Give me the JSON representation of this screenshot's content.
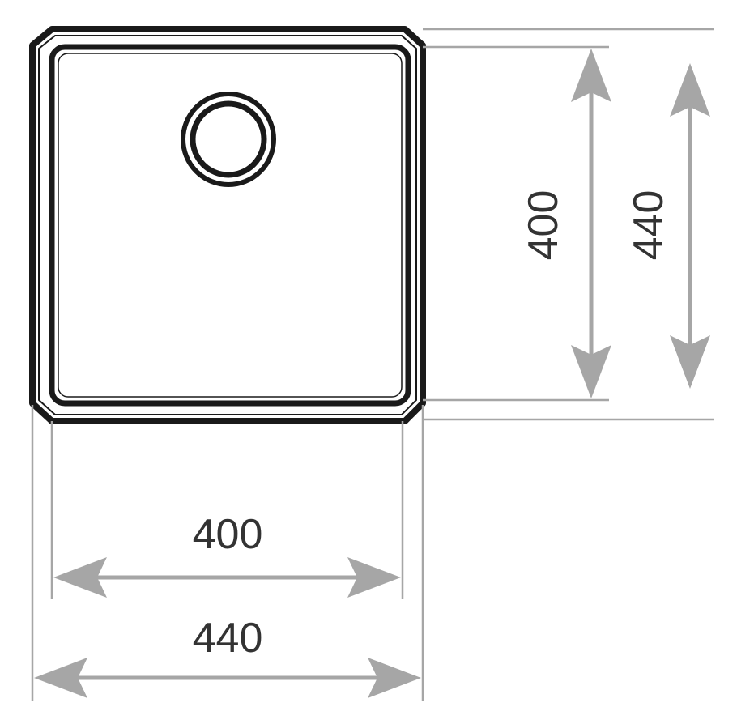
{
  "dimensions": {
    "inner_width": {
      "label": "400",
      "value": 400
    },
    "outer_width": {
      "label": "440",
      "value": 440
    },
    "inner_depth": {
      "label": "400",
      "value": 400
    },
    "outer_depth": {
      "label": "440",
      "value": 440
    }
  },
  "colors": {
    "outline": "#1a1a1a",
    "dimension_lines": "#a6a6a6",
    "text": "#333333",
    "background": "#ffffff"
  },
  "icons": {
    "drain": "circle-drain-icon"
  }
}
